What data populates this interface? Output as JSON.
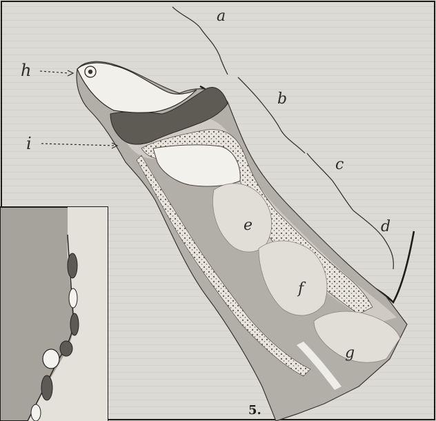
{
  "labels": {
    "a": "a",
    "b": "b",
    "c": "c",
    "d": "d",
    "e": "e",
    "f": "f",
    "g": "g",
    "h": "h",
    "i": "i"
  },
  "figure_number": "5."
}
